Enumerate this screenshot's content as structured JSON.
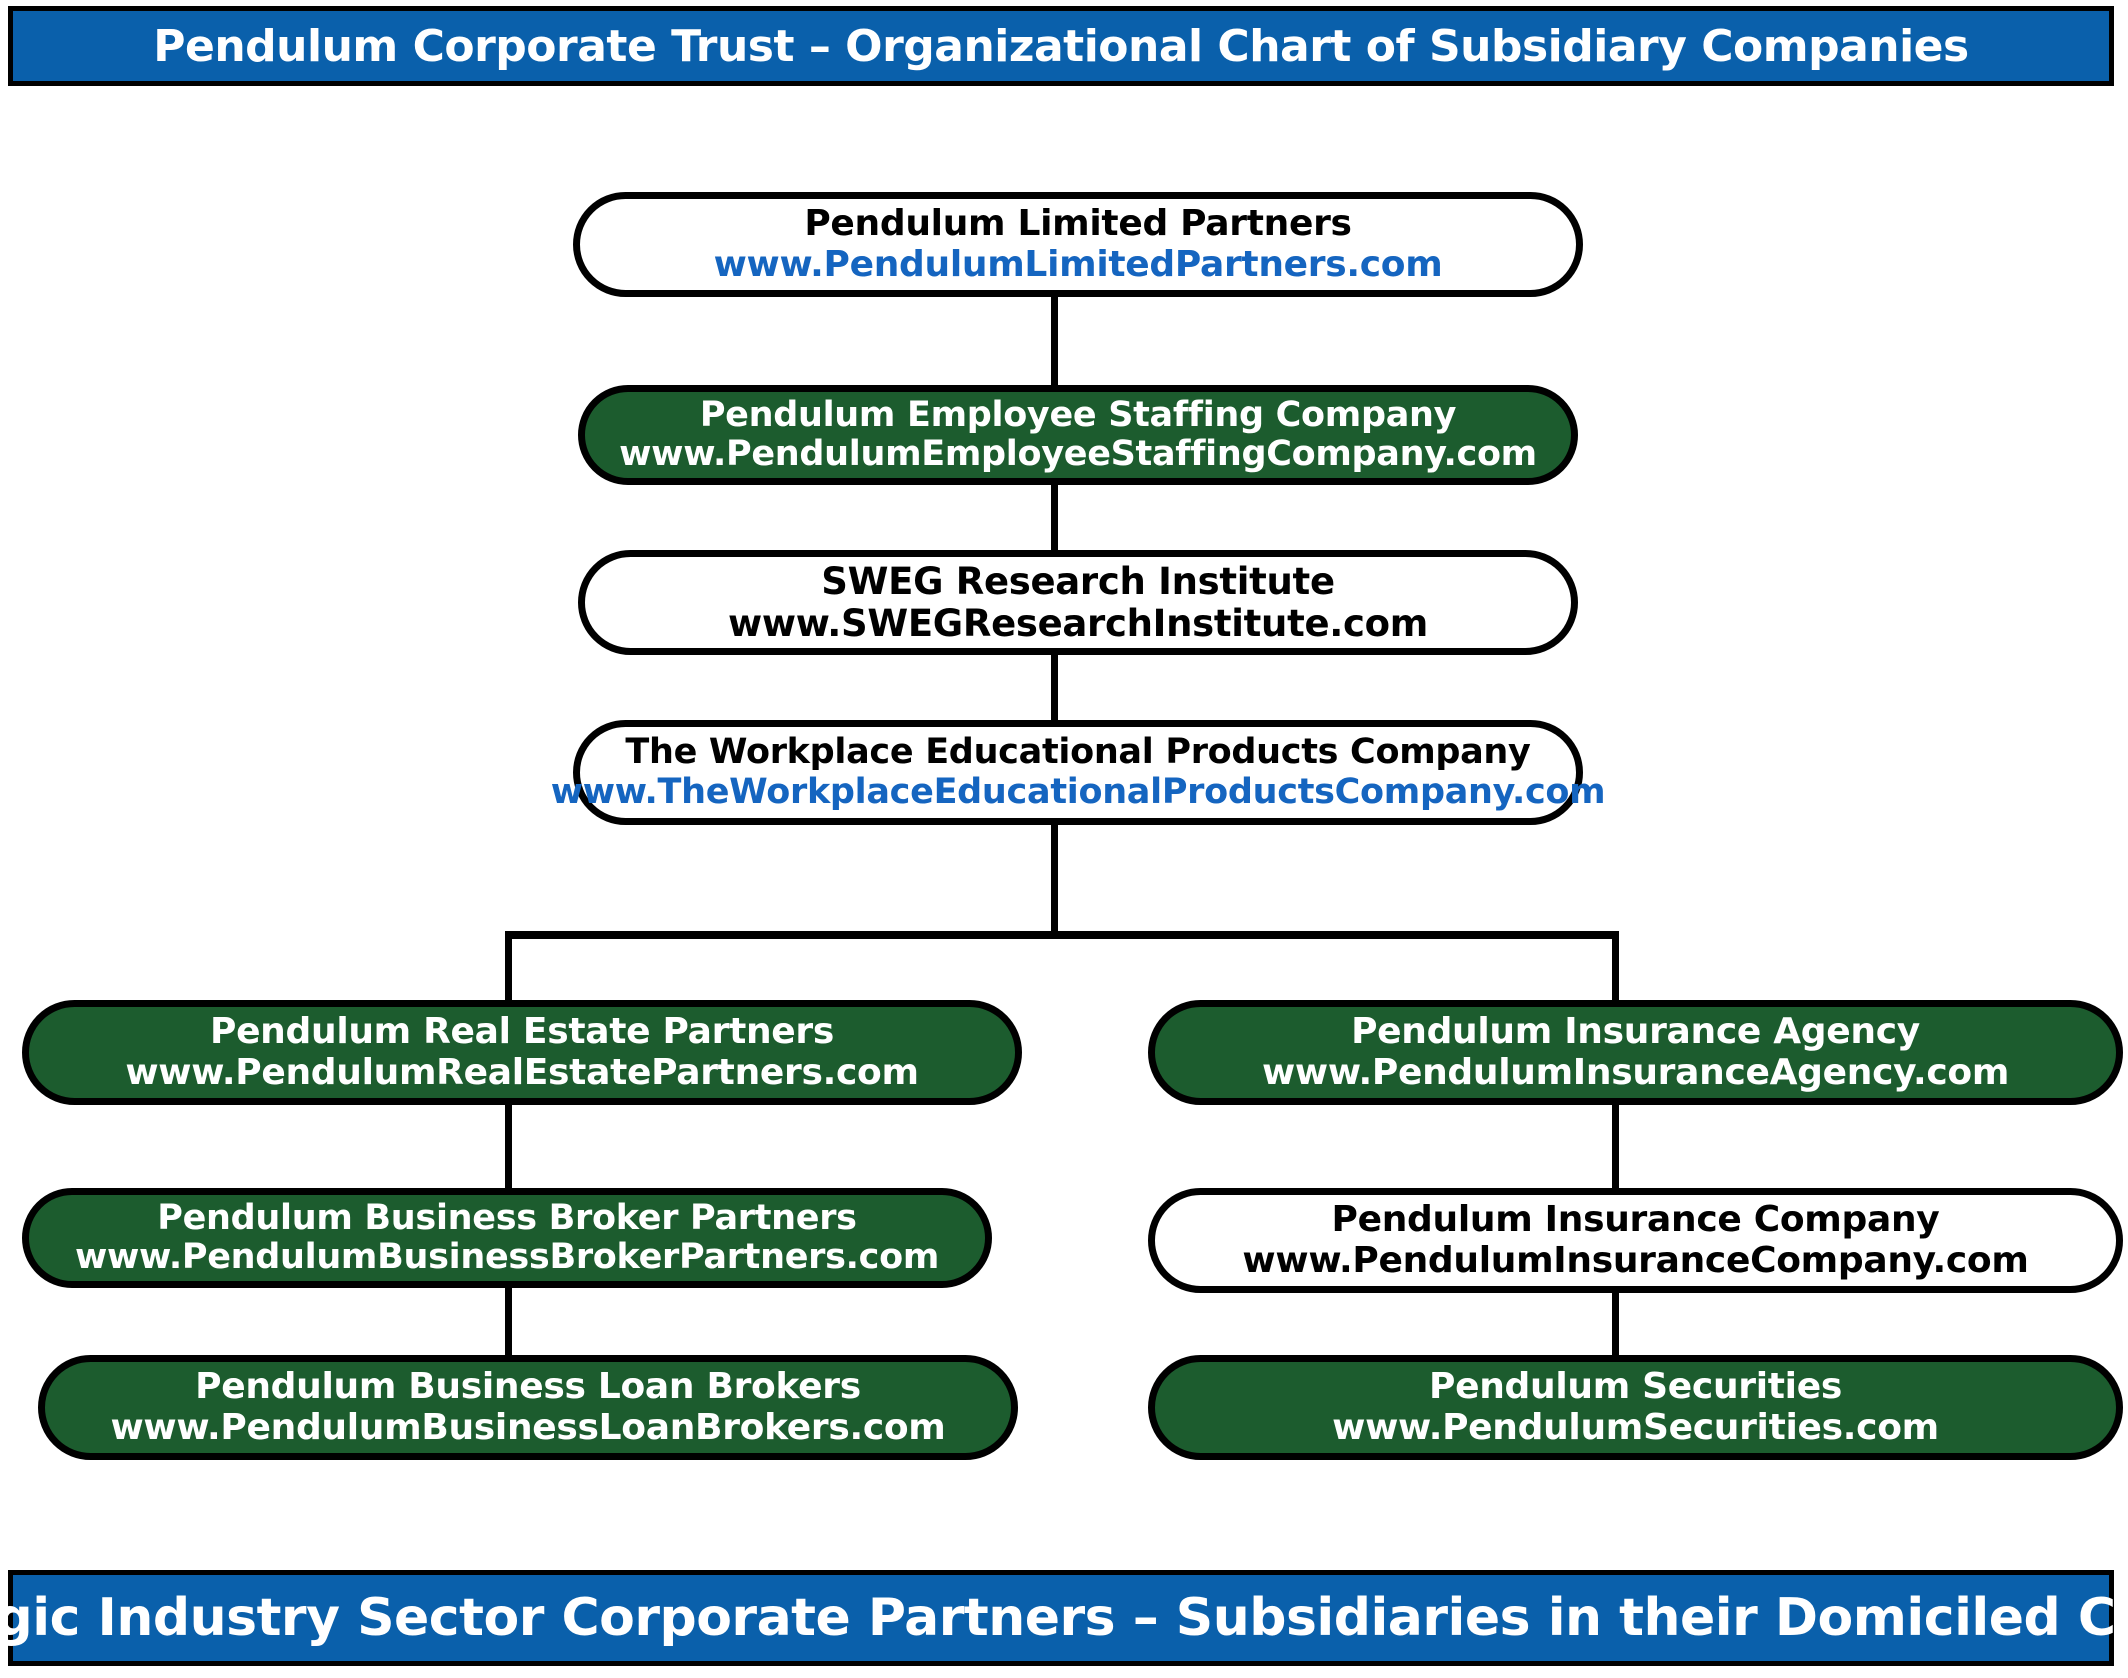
{
  "banner": {
    "top_title": "Pendulum Corporate Trust – Organizational Chart of Subsidiary Companies",
    "bottom_title": "Strategic Industry Sector Corporate Partners – Subsidiaries in their Domiciled Country"
  },
  "colors": {
    "banner_blue": "#0a60ab",
    "node_green": "#1c5c2e",
    "node_white": "#ffffff",
    "border_black": "#000000",
    "url_blue": "#1565c0",
    "text_white": "#ffffff",
    "text_black": "#000000"
  },
  "chart_data": {
    "type": "diagram",
    "title": "Pendulum Corporate Trust – Organizational Chart of Subsidiary Companies",
    "nodes": [
      {
        "id": "pendulum-limited-partners",
        "name": "Pendulum Limited Partners",
        "url": "www.PendulumLimitedPartners.com",
        "fill": "white",
        "name_color": "black",
        "url_color": "blue",
        "level": 0,
        "column": "center"
      },
      {
        "id": "pendulum-employee-staffing-company",
        "name": "Pendulum Employee Staffing Company",
        "url": "www.PendulumEmployeeStaffingCompany.com",
        "fill": "green",
        "name_color": "white",
        "url_color": "white",
        "level": 1,
        "column": "center"
      },
      {
        "id": "sweg-research-institute",
        "name": "SWEG Research Institute",
        "url": "www.SWEGResearchInstitute.com",
        "fill": "white",
        "name_color": "black",
        "url_color": "black",
        "level": 2,
        "column": "center"
      },
      {
        "id": "the-workplace-educational-products-company",
        "name": "The Workplace Educational Products Company",
        "url": "www.TheWorkplaceEducationalProductsCompany.com",
        "fill": "white",
        "name_color": "black",
        "url_color": "blue",
        "level": 3,
        "column": "center"
      },
      {
        "id": "pendulum-real-estate-partners",
        "name": "Pendulum Real Estate Partners",
        "url": "www.PendulumRealEstatePartners.com",
        "fill": "green",
        "name_color": "white",
        "url_color": "white",
        "level": 4,
        "column": "left"
      },
      {
        "id": "pendulum-business-broker-partners",
        "name": "Pendulum Business Broker Partners",
        "url": "www.PendulumBusinessBrokerPartners.com",
        "fill": "green",
        "name_color": "white",
        "url_color": "white",
        "level": 5,
        "column": "left"
      },
      {
        "id": "pendulum-business-loan-brokers",
        "name": "Pendulum Business Loan Brokers",
        "url": "www.PendulumBusinessLoanBrokers.com",
        "fill": "green",
        "name_color": "white",
        "url_color": "white",
        "level": 6,
        "column": "left"
      },
      {
        "id": "pendulum-insurance-agency",
        "name": "Pendulum Insurance Agency",
        "url": "www.PendulumInsuranceAgency.com",
        "fill": "green",
        "name_color": "white",
        "url_color": "white",
        "level": 4,
        "column": "right"
      },
      {
        "id": "pendulum-insurance-company",
        "name": "Pendulum Insurance Company",
        "url": "www.PendulumInsuranceCompany.com",
        "fill": "white",
        "name_color": "black",
        "url_color": "black",
        "level": 5,
        "column": "right"
      },
      {
        "id": "pendulum-securities",
        "name": "Pendulum Securities",
        "url": "www.PendulumSecurities.com",
        "fill": "green",
        "name_color": "white",
        "url_color": "white",
        "level": 6,
        "column": "right"
      }
    ],
    "edges": [
      {
        "from": "pendulum-limited-partners",
        "to": "pendulum-employee-staffing-company"
      },
      {
        "from": "pendulum-employee-staffing-company",
        "to": "sweg-research-institute"
      },
      {
        "from": "sweg-research-institute",
        "to": "the-workplace-educational-products-company"
      },
      {
        "from": "the-workplace-educational-products-company",
        "to": "pendulum-real-estate-partners"
      },
      {
        "from": "the-workplace-educational-products-company",
        "to": "pendulum-insurance-agency"
      },
      {
        "from": "pendulum-real-estate-partners",
        "to": "pendulum-business-broker-partners"
      },
      {
        "from": "pendulum-business-broker-partners",
        "to": "pendulum-business-loan-brokers"
      },
      {
        "from": "pendulum-insurance-agency",
        "to": "pendulum-insurance-company"
      },
      {
        "from": "pendulum-insurance-company",
        "to": "pendulum-securities"
      }
    ]
  }
}
